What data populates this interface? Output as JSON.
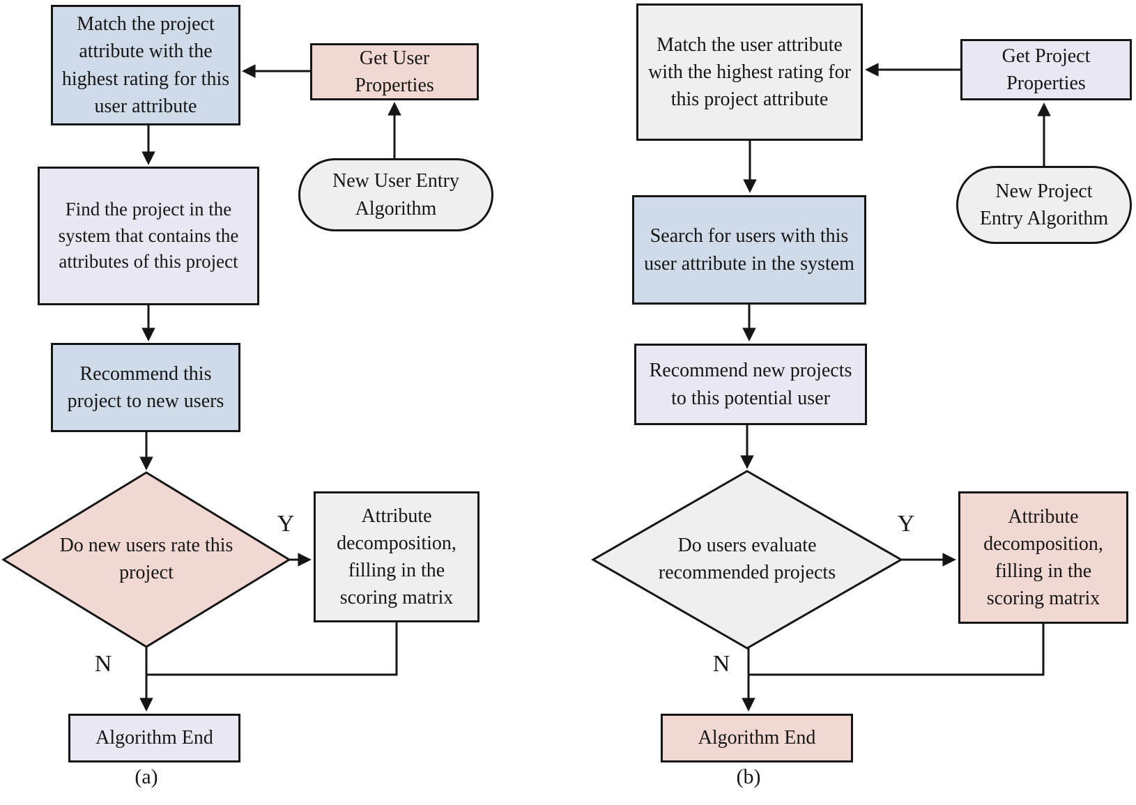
{
  "figure_type": "flowchart",
  "palette": {
    "blue": "#cfdbe9",
    "pink": "#f2d8d3",
    "lavender": "#e9e8f2",
    "gray": "#f0eff0",
    "line": "#151515"
  },
  "flow_a": {
    "caption": "(a)",
    "yes_label": "Y",
    "no_label": "N",
    "nodes": {
      "match": "Match the project attribute with the highest rating for this user attribute",
      "get_properties": "Get User Properties",
      "entry": "New User Entry Algorithm",
      "find": "Find the project in the system that contains the attributes of this project",
      "recommend": "Recommend this project to new users",
      "decision": "Do new users rate this project",
      "attribute": "Attribute decomposition, filling in the scoring matrix",
      "end": "Algorithm End"
    }
  },
  "flow_b": {
    "caption": "(b)",
    "yes_label": "Y",
    "no_label": "N",
    "nodes": {
      "match": "Match the user attribute with the highest rating for this project attribute",
      "get_properties": "Get Project Properties",
      "entry": "New Project Entry Algorithm",
      "search": "Search for users with this user attribute in the system",
      "recommend": "Recommend new projects to this potential user",
      "decision": "Do users evaluate recommended projects",
      "attribute": "Attribute decomposition, filling in the scoring matrix",
      "end": "Algorithm End"
    }
  }
}
